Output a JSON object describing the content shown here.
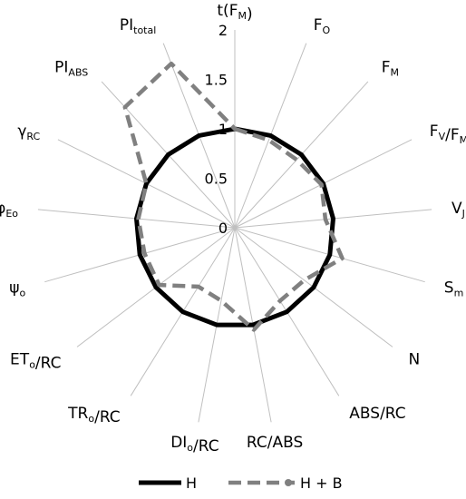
{
  "chart_data": {
    "type": "radar",
    "axes": [
      {
        "base": "t(F",
        "sub": "M",
        "tail": ")"
      },
      {
        "base": "F",
        "sub": "O",
        "tail": ""
      },
      {
        "base": "F",
        "sub": "M",
        "tail": ""
      },
      {
        "base": "F",
        "sub": "V",
        "tail": "/F",
        "sub2": "M"
      },
      {
        "base": "V",
        "sub": "J",
        "tail": ""
      },
      {
        "base": "S",
        "sub": "m",
        "tail": ""
      },
      {
        "base": "N",
        "sub": "",
        "tail": ""
      },
      {
        "base": "ABS/RC",
        "sub": "",
        "tail": ""
      },
      {
        "base": "RC/ABS",
        "sub": "",
        "tail": ""
      },
      {
        "base": "DI",
        "sub": "o",
        "tail": "/RC"
      },
      {
        "base": "TR",
        "sub": "o",
        "tail": "/RC"
      },
      {
        "base": "ET",
        "sub": "o",
        "tail": "/RC"
      },
      {
        "base": "ψ",
        "sub": "o",
        "tail": ""
      },
      {
        "base": "φ",
        "sub": "Eo",
        "tail": ""
      },
      {
        "base": "γ",
        "sub": "RC",
        "tail": ""
      },
      {
        "base": "PI",
        "sub": "ABS",
        "tail": ""
      },
      {
        "base": "PI",
        "sub": "total",
        "tail": ""
      }
    ],
    "rlim": [
      0,
      2
    ],
    "ticks": [
      "0",
      "0.5",
      "1",
      "1.5",
      "2"
    ],
    "series": [
      {
        "name": "H",
        "color": "#000000",
        "style": "solid",
        "values": [
          1,
          1,
          1,
          1,
          1,
          1,
          1,
          1,
          1,
          1,
          1,
          1,
          1,
          1,
          1,
          1,
          1
        ]
      },
      {
        "name": "H + B",
        "color": "#808080",
        "style": "dashed",
        "values": [
          1.0,
          0.95,
          0.93,
          0.98,
          0.92,
          1.13,
          0.88,
          0.87,
          1.05,
          0.75,
          0.7,
          0.96,
          0.95,
          0.98,
          1.0,
          1.65,
          1.78
        ]
      }
    ]
  }
}
